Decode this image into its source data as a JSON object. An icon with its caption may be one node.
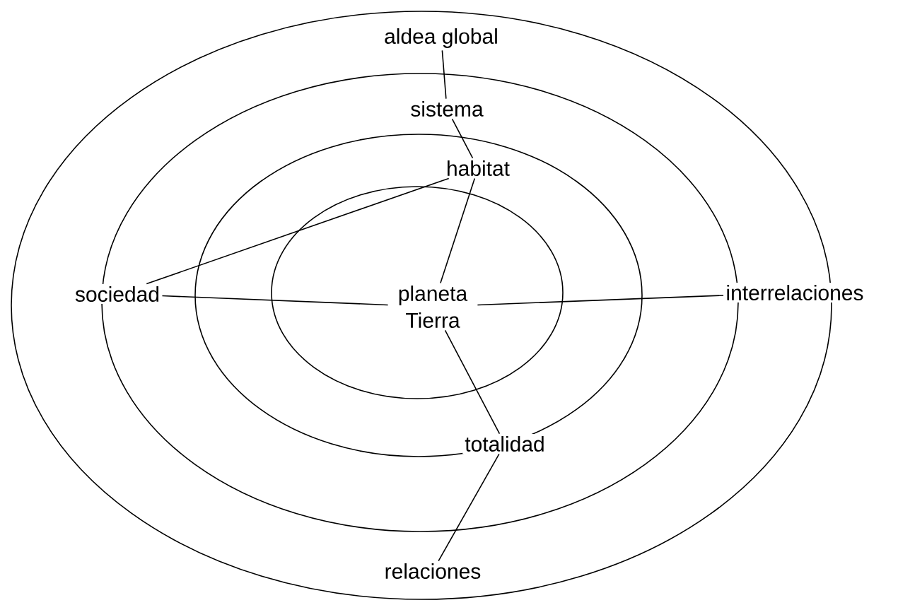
{
  "diagram": {
    "nodes": [
      {
        "text": [
          "aldea global"
        ]
      },
      {
        "text": [
          "sistema"
        ]
      },
      {
        "text": [
          "habitat"
        ]
      },
      {
        "text": [
          "sociedad"
        ]
      },
      {
        "text": [
          "planeta Tierra"
        ]
      },
      {
        "text": [
          "interrelaciones"
        ]
      },
      {
        "text": [
          "totalidad"
        ]
      },
      {
        "text": [
          "relaciones"
        ]
      }
    ],
    "edges": [
      {
        "from": 0,
        "to": 1,
        "arrow": "none"
      },
      {
        "from": 1,
        "to": 2,
        "arrow": "none"
      },
      {
        "from": 2,
        "to": 3,
        "arrow": "none"
      },
      {
        "from": 2,
        "to": 4,
        "arrow": "none"
      },
      {
        "from": 3,
        "to": 4,
        "arrow": "none"
      },
      {
        "from": 4,
        "to": 5,
        "arrow": "none"
      },
      {
        "from": 4,
        "to": 6,
        "arrow": "none"
      },
      {
        "from": 6,
        "to": 7,
        "arrow": "none"
      }
    ]
  }
}
